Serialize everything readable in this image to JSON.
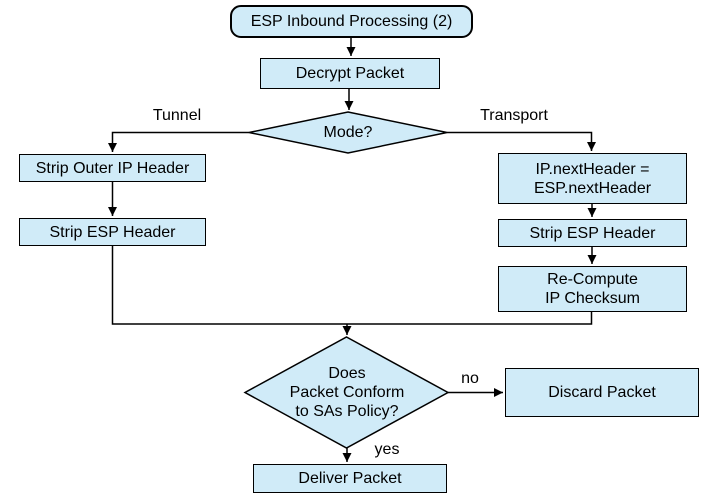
{
  "diagram": {
    "title": "ESP Inbound Processing (2)",
    "colors": {
      "node_fill": "#d0ebf8",
      "node_border": "#000000",
      "connector": "#000000",
      "text": "#000000",
      "background": "#ffffff"
    },
    "nodes": {
      "start": {
        "label": "ESP Inbound Processing (2)",
        "shape": "rounded-rectangle"
      },
      "decrypt": {
        "label": "Decrypt Packet",
        "shape": "rectangle"
      },
      "mode": {
        "label": "Mode?",
        "shape": "diamond"
      },
      "strip_outer_ip": {
        "label": "Strip Outer IP Header",
        "shape": "rectangle"
      },
      "strip_esp_tunnel": {
        "label": "Strip ESP Header",
        "shape": "rectangle"
      },
      "ip_next_header": {
        "label": "IP.nextHeader =\nESP.nextHeader",
        "shape": "rectangle"
      },
      "strip_esp_transport": {
        "label": "Strip ESP Header",
        "shape": "rectangle"
      },
      "recompute_checksum": {
        "label": "Re-Compute\nIP Checksum",
        "shape": "rectangle"
      },
      "policy_check": {
        "label": "Does\nPacket Conform\nto SAs Policy?",
        "shape": "diamond"
      },
      "discard": {
        "label": "Discard Packet",
        "shape": "rectangle"
      },
      "deliver": {
        "label": "Deliver Packet",
        "shape": "rectangle"
      }
    },
    "edge_labels": {
      "tunnel": "Tunnel",
      "transport": "Transport",
      "no": "no",
      "yes": "yes"
    },
    "edges": [
      {
        "from": "start",
        "to": "decrypt"
      },
      {
        "from": "decrypt",
        "to": "mode"
      },
      {
        "from": "mode",
        "to": "strip_outer_ip",
        "label": "Tunnel"
      },
      {
        "from": "mode",
        "to": "ip_next_header",
        "label": "Transport"
      },
      {
        "from": "strip_outer_ip",
        "to": "strip_esp_tunnel"
      },
      {
        "from": "ip_next_header",
        "to": "strip_esp_transport"
      },
      {
        "from": "strip_esp_transport",
        "to": "recompute_checksum"
      },
      {
        "from": "strip_esp_tunnel",
        "to": "policy_check"
      },
      {
        "from": "recompute_checksum",
        "to": "policy_check"
      },
      {
        "from": "policy_check",
        "to": "discard",
        "label": "no"
      },
      {
        "from": "policy_check",
        "to": "deliver",
        "label": "yes"
      }
    ]
  }
}
